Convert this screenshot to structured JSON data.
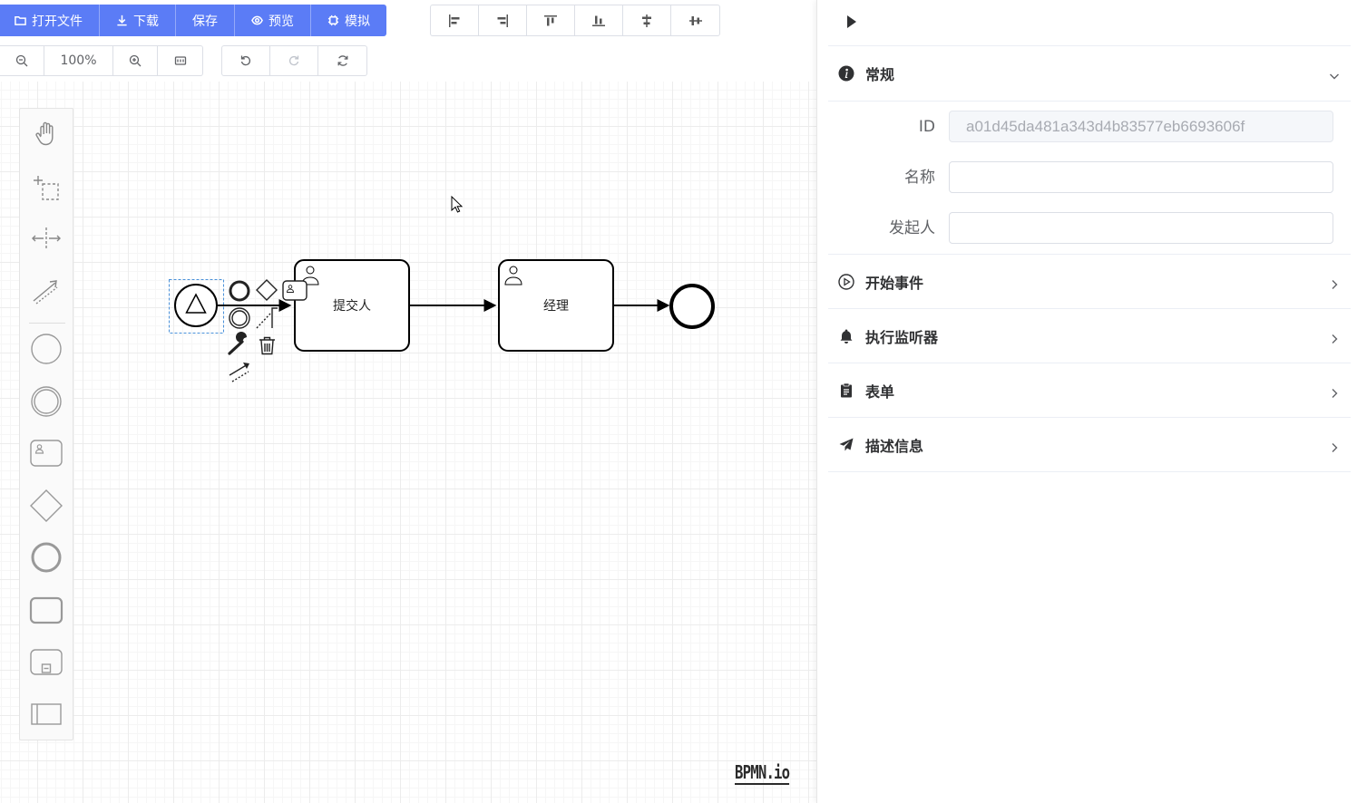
{
  "toolbar": {
    "open_label": "打开文件",
    "download_label": "下载",
    "save_label": "保存",
    "preview_label": "预览",
    "simulate_label": "模拟",
    "zoom_value": "100%"
  },
  "diagram": {
    "task1_label": "提交人",
    "task2_label": "经理"
  },
  "logo": "BPMN.io",
  "panel": {
    "general": {
      "title": "常规",
      "id_label": "ID",
      "id_value": "a01d45da481a343d4b83577eb6693606f",
      "name_label": "名称",
      "name_value": "",
      "initiator_label": "发起人",
      "initiator_value": ""
    },
    "sections": [
      {
        "title": "开始事件"
      },
      {
        "title": "执行监听器"
      },
      {
        "title": "表单"
      },
      {
        "title": "描述信息"
      }
    ]
  },
  "colors": {
    "primary": "#5b7cf6",
    "selection": "#4a90d9"
  }
}
